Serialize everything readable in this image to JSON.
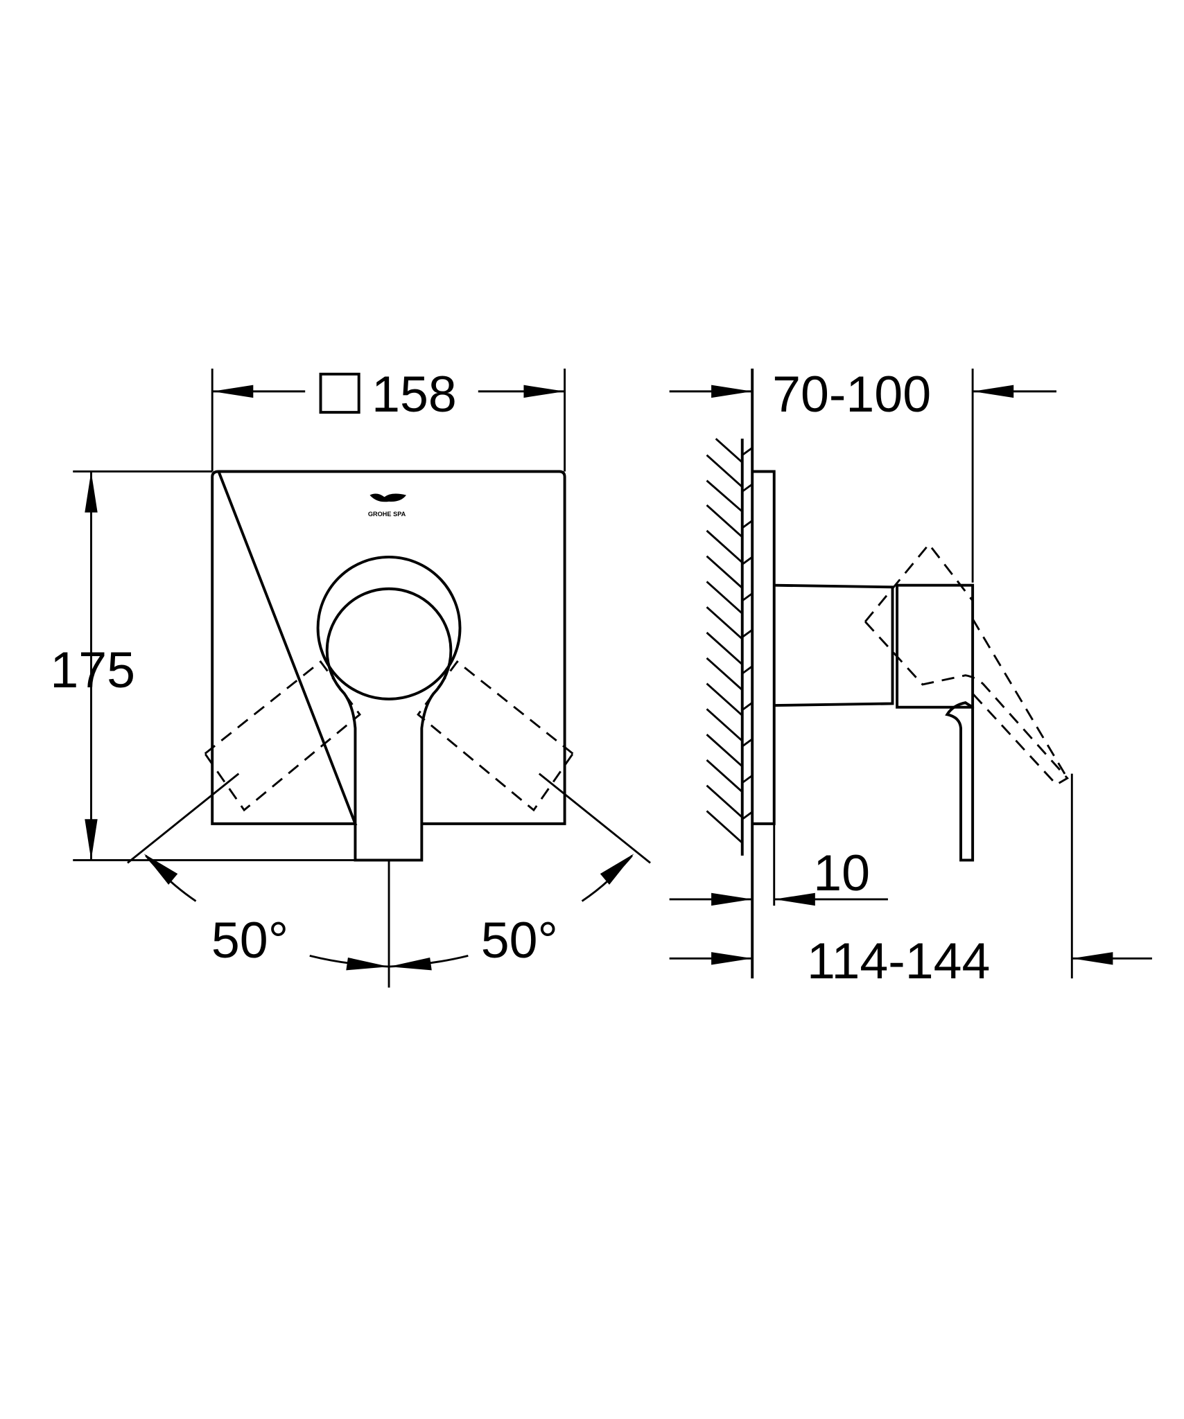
{
  "front_view": {
    "width_label": "158",
    "width_symbol": "square-icon",
    "height_label": "175",
    "angle_left_label": "50°",
    "angle_right_label": "50°",
    "logo_text": "GROHE SPA"
  },
  "side_view": {
    "projection_label": "70-100",
    "plate_label": "10",
    "total_label": "114-144"
  },
  "colors": {
    "line": "#000000",
    "background": "#ffffff"
  }
}
